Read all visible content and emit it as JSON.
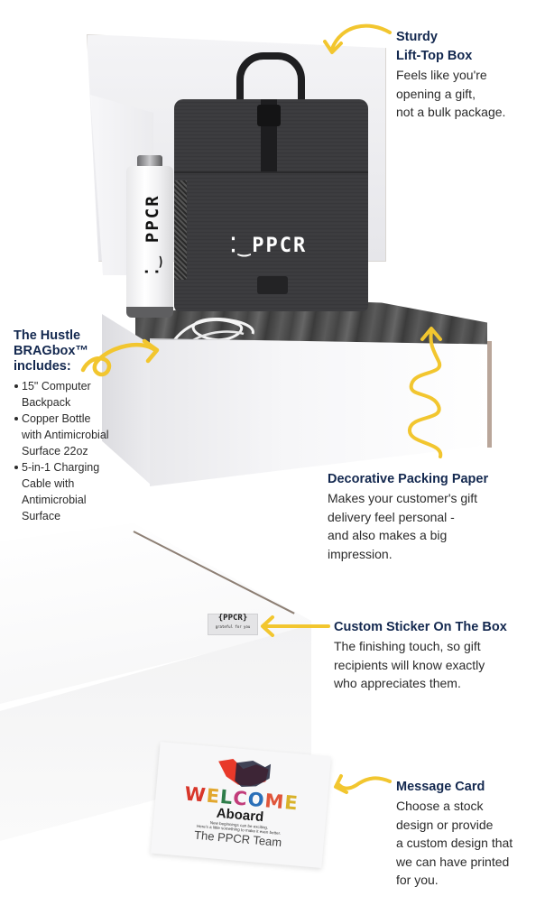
{
  "colors": {
    "heading": "#13284f",
    "body_text": "#2b2b2b",
    "arrow_yellow": "#f2c62f",
    "background": "#ffffff"
  },
  "callouts": {
    "lift_top_box": {
      "title_line1": "Sturdy",
      "title_line2": "Lift-Top Box",
      "body": "Feels like you're\nopening a gift,\nnot a bulk package."
    },
    "packing_paper": {
      "title": "Decorative Packing Paper",
      "body": "Makes your customer's gift\ndelivery feel personal -\nand also makes a big\nimpression."
    },
    "custom_sticker": {
      "title": "Custom Sticker On The Box",
      "body": "The finishing touch, so gift\nrecipients will know exactly\nwho appreciates them."
    },
    "message_card": {
      "title": "Message Card",
      "body": "Choose a stock\ndesign or provide\na custom design that\nwe can have printed\nfor you."
    }
  },
  "includes": {
    "title": "The Hustle\nBRAGbox™\nincludes:",
    "items": [
      "15\" Computer\nBackpack",
      "Copper Bottle\nwith Antimicrobial\nSurface 22oz",
      "5-in-1 Charging\nCable with\nAntimicrobial\nSurface"
    ]
  },
  "products": {
    "backpack_logo": "PPCR",
    "bottle_logo": "PPCR",
    "sticker_text": "{PPCR}",
    "sticker_subtext": "grateful for you"
  },
  "message_card": {
    "welcome_letters": [
      "W",
      "E",
      "L",
      "C",
      "O",
      "M",
      "E"
    ],
    "welcome_colors": [
      "#d8362a",
      "#e2a72e",
      "#2f7d4a",
      "#c23c7a",
      "#2a6fb8",
      "#e0553a",
      "#d9b22a"
    ],
    "aboard": "Aboard",
    "line1": "New beginnings can be exciting.",
    "line2": "Here's a little something to make it even better.",
    "signature": "The PPCR Team"
  }
}
